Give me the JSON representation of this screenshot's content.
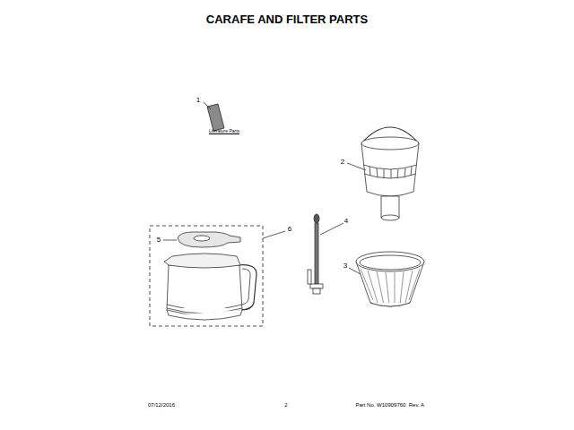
{
  "diagram": {
    "title": "CARAFE AND FILTER PARTS",
    "labels": [
      "1",
      "Literature Parts",
      "2",
      "4",
      "5",
      "6",
      "3",
      "07/12/2016",
      "2",
      "Part No. W10909760  Rev. A"
    ]
  }
}
